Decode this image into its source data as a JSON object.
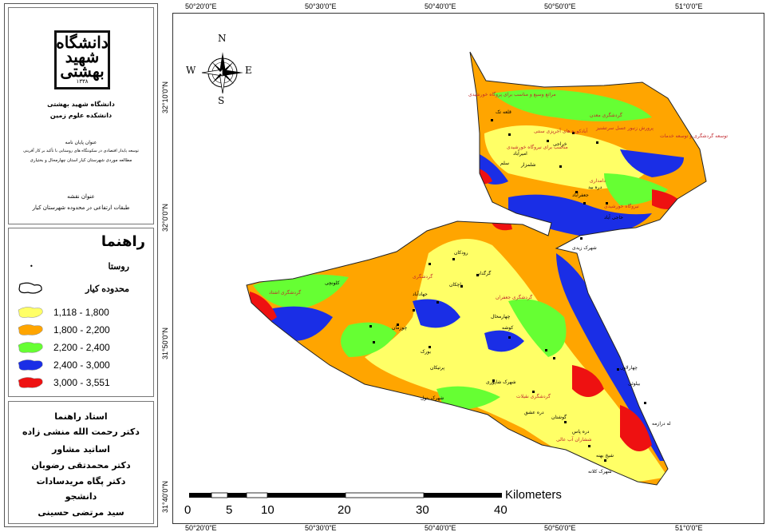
{
  "university": {
    "name": "دانشگاه شهید بهشتی",
    "faculty": "دانشکده علوم زمین",
    "logo_text_1": "دانشگاه",
    "logo_text_2": "شهید",
    "logo_text_3": "بهشتی",
    "logo_year": "۱۳۳۸"
  },
  "thesis": {
    "label": "عنوان پایان نامه",
    "line1": "توسعه پایدار اقتصادی در سکونتگاه های روستایی با تأکید بر کار آفرینی",
    "line2": "مطالعه موردی شهرستان کیار استان چهارمحال و بختیاری"
  },
  "map_title": {
    "label": "عنوان نقشه",
    "text": "طبقات ارتفاعی در محدوده شهرستان کیار"
  },
  "legend": {
    "title": "راهنما",
    "village": "روستا",
    "boundary": "محدوده کیار",
    "classes": [
      {
        "label": "1,118 - 1,800",
        "color": "#ffff66"
      },
      {
        "label": "1,800 - 2,200",
        "color": "#ffa500"
      },
      {
        "label": "2,200 - 2,400",
        "color": "#66ff33"
      },
      {
        "label": "2,400 - 3,000",
        "color": "#1a2ee6"
      },
      {
        "label": "3,000 - 3,551",
        "color": "#ee1111"
      }
    ]
  },
  "credits": {
    "supervisor_label": "استاد راهنما",
    "supervisor": "دکتر رحمت الله منشی زاده",
    "advisors_label": "اساتید مشاور",
    "advisor1": "دکتر محمدتقی رضویان",
    "advisor2": "دکتر پگاه مریدسادات",
    "student_label": "دانشجو",
    "student": "سید مرتضی حسینی"
  },
  "coords": {
    "top": [
      "50°20'0\"E",
      "50°30'0\"E",
      "50°40'0\"E",
      "50°50'0\"E",
      "51°0'0\"E"
    ],
    "bottom": [
      "50°20'0\"E",
      "50°30'0\"E",
      "50°40'0\"E",
      "50°50'0\"E",
      "51°0'0\"E"
    ],
    "left": [
      "32°10'0\"N",
      "32°0'0\"N",
      "31°50'0\"N",
      "31°40'0\"N"
    ]
  },
  "compass": {
    "n": "N",
    "s": "S",
    "e": "E",
    "w": "W"
  },
  "scale": {
    "unit": "Kilometers",
    "ticks": [
      "0",
      "5",
      "10",
      "20",
      "30",
      "40"
    ]
  },
  "places": {
    "p1": "مراتع وسیع و مناسب برای پروگاه خورشیدی",
    "p2": "قلعه تک",
    "p3": "گردشگری معدن",
    "p4": "آبادکوره های آجرپزی سنتی",
    "p5": "پرورش زنبور عسل سرتشنیز",
    "p6": "توسعه گردشگری و توسعه خدمات",
    "p7": "خراجی",
    "p8": "امیرآباد",
    "p9": "مناسب برای نیروگاه خورشیدی",
    "p10": "سلم",
    "p11": "شلمزار",
    "p12": "جعفرآباد",
    "p13": "دره بید",
    "p14": "دامداری",
    "p15": "نیروگاه خورشیدی",
    "p16": "حاجی آباد",
    "p17": "شهرک زیدی",
    "p18": "رودکان",
    "p19": "گرگدان",
    "p20": "گردشگری",
    "p21": "کلونچی",
    "p22": "باچکان",
    "p23": "گردشگری اشتاد",
    "p24": "جهادآباد",
    "p25": "گردشگری جعفران",
    "p26": "چهارمحال",
    "p27": "کوشه",
    "p28": "چوزمان",
    "p29": "بورک",
    "p30": "پرتیکان",
    "p31": "شهرک شاپوری",
    "p32": "شهرک بتول",
    "p33": "گردشگری نقیلات",
    "p34": "دره عشق",
    "p35": "گوشتان",
    "p36": "چهارلاون",
    "p37": "بیلوئی",
    "p38": "دره پاس",
    "p39": "شهرک کلانه",
    "p40": "له درازمه",
    "p41": "شیخ بهنه",
    "p42": "ششاران آب عالی"
  }
}
